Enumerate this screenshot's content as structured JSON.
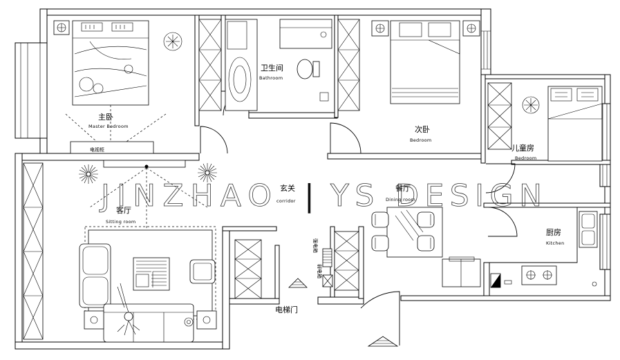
{
  "watermark": {
    "left": "JINZHAO",
    "divider": "|",
    "right": "YS DESIGN"
  },
  "rooms": {
    "master_bedroom": {
      "cn": "主卧",
      "en": "Master Bedroom"
    },
    "bathroom": {
      "cn": "卫生间",
      "en": "Bathroom"
    },
    "second_bedroom": {
      "cn": "次卧",
      "en": "Bedroom"
    },
    "kids_room": {
      "cn": "儿童房",
      "en": "Bedroom"
    },
    "corridor": {
      "cn": "玄关",
      "en": "corridor"
    },
    "dining_room": {
      "cn": "餐厅",
      "en": "Dining room"
    },
    "living_room": {
      "cn": "客厅",
      "en": "Sitting room"
    },
    "kitchen": {
      "cn": "厨房",
      "en": "Kitchen"
    }
  },
  "labels": {
    "elevator_door": "电梯门",
    "tv_cabinet": "电视柜",
    "strong_box": "强电箱",
    "weak_box": "弱电箱"
  },
  "colors": {
    "line": "#000000",
    "background": "#ffffff",
    "watermark": "#333333"
  }
}
